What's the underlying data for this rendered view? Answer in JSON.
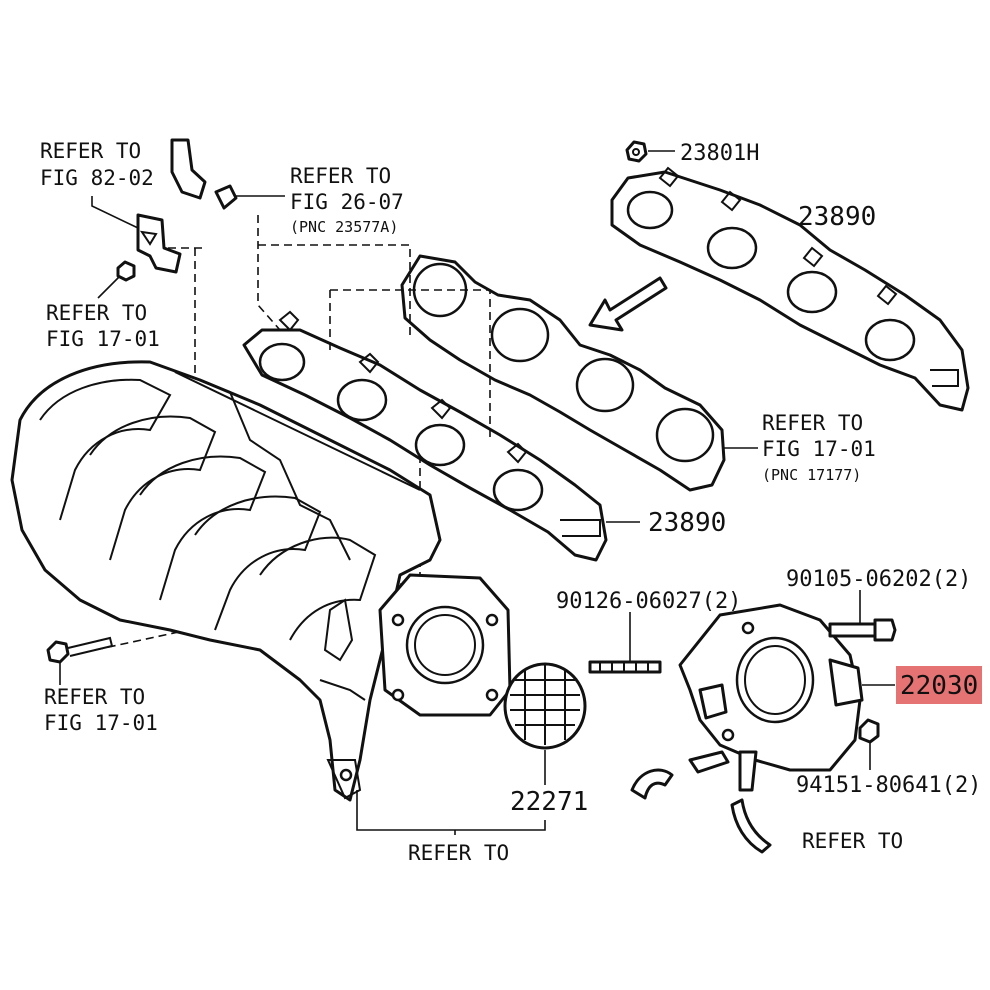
{
  "callouts": {
    "refer_fig_82_02": [
      "REFER TO",
      "FIG 82-02"
    ],
    "refer_fig_26_07": [
      "REFER TO",
      "FIG 26-07",
      "(PNC 23577A)"
    ],
    "refer_fig_17_01_upper": [
      "REFER TO",
      "FIG 17-01"
    ],
    "refer_fig_17_01_gasket": [
      "REFER TO",
      "FIG 17-01",
      "(PNC 17177)"
    ],
    "refer_fig_17_01_lower": [
      "REFER TO",
      "FIG 17-01"
    ],
    "refer_to_bottom_left": "REFER TO",
    "refer_to_bottom_right": "REFER TO"
  },
  "part_numbers": {
    "nut_23801h": "23801H",
    "injector_rail_upper": "23890",
    "injector_rail_lower": "23890",
    "stud_bolt": "90126-06027(2)",
    "bolt": "90105-06202(2)",
    "throttle_body": "22030",
    "nut_94151": "94151-80641(2)",
    "gasket_22271": "22271"
  },
  "highlight": {
    "part": "22030",
    "color": "#e57373"
  }
}
